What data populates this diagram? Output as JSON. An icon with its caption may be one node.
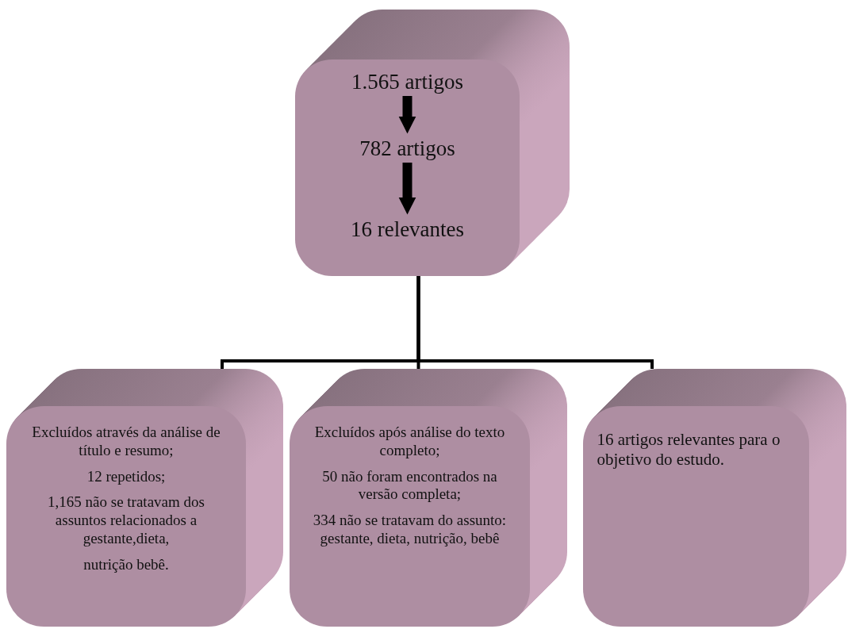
{
  "diagram": {
    "nodes": [
      {
        "text": [],
        "shape": "box"
      },
      {
        "text": [
          "1.565 artigos"
        ],
        "in": 0
      },
      {
        "text": [
          "782 artigos"
        ],
        "in": 0
      },
      {
        "text": [
          "16 relevantes"
        ],
        "in": 0
      },
      {
        "text": [
          "Excluídos através da análise de título e resumo;",
          "12 repetidos;",
          "1,165 não se tratavam dos assuntos relacionados a gestante,dieta,",
          "nutrição bebê."
        ]
      },
      {
        "text": [
          "Excluídos após análise do texto completo;",
          "50 não foram encontrados na versão completa;",
          "334 não se tratavam do assunto: gestante, dieta, nutrição, bebê"
        ]
      },
      {
        "text": [
          "16 artigos relevantes para o objetivo do estudo."
        ]
      }
    ],
    "edges": [
      {
        "from": 1,
        "to": 2,
        "arrow": "to",
        "style": "thick"
      },
      {
        "from": 2,
        "to": 3,
        "arrow": "to",
        "style": "thick"
      },
      {
        "from": 0,
        "to": 4,
        "arrow": "none"
      },
      {
        "from": 0,
        "to": 5,
        "arrow": "none"
      },
      {
        "from": 0,
        "to": 6,
        "arrow": "none"
      }
    ]
  }
}
